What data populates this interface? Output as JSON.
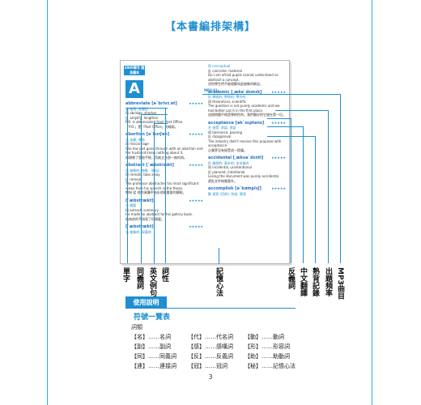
{
  "title": "【本書編排架構】",
  "dictionary_page": {
    "section_header": "2000單字 隨身讀本",
    "letter": "A",
    "mp3_label": "MP3 01",
    "left_entries": [
      {
        "headword": "abbreviate [əˋbrivɪ͵et]",
        "stars": "★★★★★",
        "lines": [
          "動 縮寫; 使簡短",
          "同 abridge, shorten",
          "反 amplify, lengthen",
          "P.O. is abbreviated from Post Office.",
          "「P.O.」是「Post Office」的縮寫。"
        ]
      },
      {
        "headword": "abortion [əˋbɔrʃən]",
        "stars": "★★★★★",
        "lines": [
          "名 流產; 障胎",
          "同 miscarriage",
          "She has just gone through with an abortion and her husband knew nothing about it.",
          "她剛做了墮胎手術，而她丈夫卻一無所知。"
        ]
      },
      {
        "headword": "abstract [ˋæbstrækt]",
        "stars": "★★★★★",
        "lines": [
          "形 抽象的; 抽象 （概括）",
          "同 remote, take away",
          "反 remain",
          "The professor abstracted his most significant views from his speech in the thesis.",
          "教授 從 他的演講中抽出他最重要的觀點。"
        ]
      },
      {
        "headword": "[ˋæbstrækt]",
        "stars": "★★★★★",
        "lines": [
          "名 摘要",
          "同 extract, summary",
          "He made an abstract for his gallery book.",
          "他為他的手冊寫了份摘要。"
        ]
      },
      {
        "headword": "[ˋæbstrækt]",
        "stars": "★★★★★",
        "lines": [
          "名 抽象的; 深奧的"
        ]
      }
    ],
    "right_entries": [
      {
        "headword": "",
        "stars": "",
        "lines": [
          "同 conceptual",
          "反 concrete, material",
          "Do I am afraid pupils cannot understand so abstract a concept.",
          "恐怕學生們不能理解如此抽象的概念。"
        ]
      },
      {
        "headword": "academic [͵ækəˋdɛmɪk]",
        "stars": "★★★★★",
        "lines": [
          "形 學術的; 學院的; 學究的",
          "同 theoretical, scientific",
          "The question is not purely academic and we had better put it in the first place.",
          "這個問題不純是學術性的，我們最好把它放在第一位。"
        ]
      },
      {
        "headword": "acceptance [əkˋsɛptəns]",
        "stars": "★★★★★",
        "lines": [
          "名 接受; 承認; 承認",
          "同 tolerance, passing",
          "反 disapproval",
          "The industry didn't receive this proposal with acceptance.",
          "企業界沒有接受這一提議。"
        ]
      },
      {
        "headword": "accidental [͵æksəˋdɛntl]",
        "stars": "★★★★★",
        "lines": [
          "形 偶然的; 意外的; 非本質的",
          "同 incidental, unintentional",
          "反 planned, intentional",
          "Losing the document was purely accidental.",
          "遺失文件純屬意外。"
        ]
      },
      {
        "headword": "accomplish [əˋkɑmplɪʃ]",
        "stars": "★★★★★",
        "lines": [
          "動 達到 (目的); 完成; 實現"
        ]
      }
    ]
  },
  "left_labels": [
    "單字",
    "同義詞",
    "英文例句",
    "詞性"
  ],
  "center_label": "記憶心法",
  "right_labels": [
    "反義詞",
    "中文翻譯",
    "熟背記錄",
    "出題頻率",
    "MP3曲目"
  ],
  "usage": {
    "badge": "使用說明",
    "subtitle": "符號一覽表",
    "category": "詞類",
    "legend": [
      [
        "【名】……名詞",
        "【代】……代名詞",
        "【動】……動詞"
      ],
      [
        "【副】……副詞",
        "【感】……感嘆詞",
        "【形】……形容詞"
      ],
      [
        "【同】……同義詞",
        "【反】……反義詞",
        "【助】……助動詞"
      ],
      [
        "【連】……連接詞",
        "【冠】……冠詞",
        "【秘】……記憶心法"
      ]
    ]
  },
  "page_number": "3",
  "colors": {
    "accent": "#1e8fd0",
    "frame": "#3aa7dc"
  }
}
